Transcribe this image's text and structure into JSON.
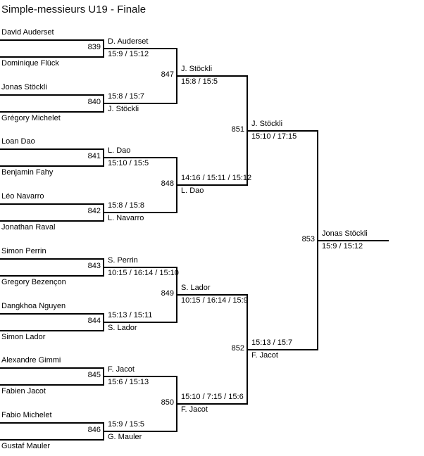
{
  "title": "Simple-messieurs U19 - Finale",
  "bracket": {
    "round1": [
      {
        "number": "839",
        "player_top": "David Auderset",
        "player_bottom": "Dominique Flück",
        "winner": "D. Auderset",
        "score": "15:9 / 15:12"
      },
      {
        "number": "840",
        "player_top": "Jonas Stöckli",
        "player_bottom": "Grégory Michelet",
        "winner": "J. Stöckli",
        "score": "15:8 / 15:7"
      },
      {
        "number": "841",
        "player_top": "Loan Dao",
        "player_bottom": "Benjamin Fahy",
        "winner": "L. Dao",
        "score": "15:10 / 15:5"
      },
      {
        "number": "842",
        "player_top": "Léo Navarro",
        "player_bottom": "Jonathan Raval",
        "winner": "L. Navarro",
        "score": "15:8 / 15:8"
      },
      {
        "number": "843",
        "player_top": "Simon Perrin",
        "player_bottom": "Gregory Bezençon",
        "winner": "S. Perrin",
        "score": "10:15 / 16:14 / 15:10"
      },
      {
        "number": "844",
        "player_top": "Dangkhoa Nguyen",
        "player_bottom": "Simon Lador",
        "winner": "S. Lador",
        "score": "15:13 / 15:11"
      },
      {
        "number": "845",
        "player_top": "Alexandre Gimmi",
        "player_bottom": "Fabien Jacot",
        "winner": "F. Jacot",
        "score": "15:6 / 15:13"
      },
      {
        "number": "846",
        "player_top": "Fabio Michelet",
        "player_bottom": "Gustaf Mauler",
        "winner": "G. Mauler",
        "score": "15:9 / 15:5"
      }
    ],
    "round2": [
      {
        "number": "847",
        "winner": "J. Stöckli",
        "score": "15:8 / 15:5"
      },
      {
        "number": "848",
        "winner": "L. Dao",
        "score": "14:16 / 15:11 / 15:12"
      },
      {
        "number": "849",
        "winner": "S. Lador",
        "score": "10:15 / 16:14 / 15:9"
      },
      {
        "number": "850",
        "winner": "F. Jacot",
        "score": "15:10 / 7:15 / 15:6"
      }
    ],
    "semifinals": [
      {
        "number": "851",
        "winner": "J. Stöckli",
        "score": "15:10 / 17:15"
      },
      {
        "number": "852",
        "winner": "F. Jacot",
        "score": "15:13 / 15:7"
      }
    ],
    "final": [
      {
        "number": "853",
        "winner": "Jonas Stöckli",
        "score": "15:9 / 15:12"
      }
    ]
  }
}
